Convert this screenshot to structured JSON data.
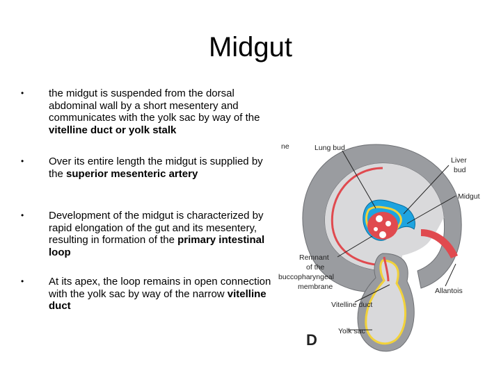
{
  "slide": {
    "title": "Midgut",
    "bullets": [
      {
        "bullet_glyph": "•",
        "pre": "the midgut is suspended from the dorsal abdominal wall by a short mesentery and communicates with the yolk sac by way of the ",
        "bold": "vitelline duct or yolk stalk",
        "post": ""
      },
      {
        "bullet_glyph": "•",
        "pre": "Over its entire length the midgut is supplied by the ",
        "bold": "superior mesenteric artery",
        "post": ""
      },
      {
        "bullet_glyph": "•",
        "pre": "Development of the midgut is characterized by rapid elongation of the gut and its mesentery, resulting in formation of the ",
        "bold": "primary intestinal loop",
        "post": ""
      },
      {
        "bullet_glyph": "•",
        "pre": "At its apex, the loop remains in open connection with the yolk sac by way of the narrow ",
        "bold": "vitelline duct",
        "post": ""
      }
    ]
  },
  "figure": {
    "labels": {
      "corner_fragment": "ne",
      "lung_bud": "Lung bud",
      "liver_bud_1": "Liver",
      "liver_bud_2": "bud",
      "midgut": "Midgut",
      "remnant_1": "Remnant",
      "remnant_2": "of the",
      "remnant_3": "buccopharyngeal",
      "remnant_4": "membrane",
      "vitelline_duct": "Vitelline duct",
      "allantois": "Allantois",
      "yolk_sac": "Yolk sac",
      "panel_letter": "D"
    },
    "colors": {
      "ectoderm_gray": "#9a9ca0",
      "amnion_cavity": "#d9d9db",
      "mesoderm_red": "#e04a4f",
      "endoderm_yellow": "#f2d23a",
      "gut_blue": "#1ea4e0"
    }
  }
}
